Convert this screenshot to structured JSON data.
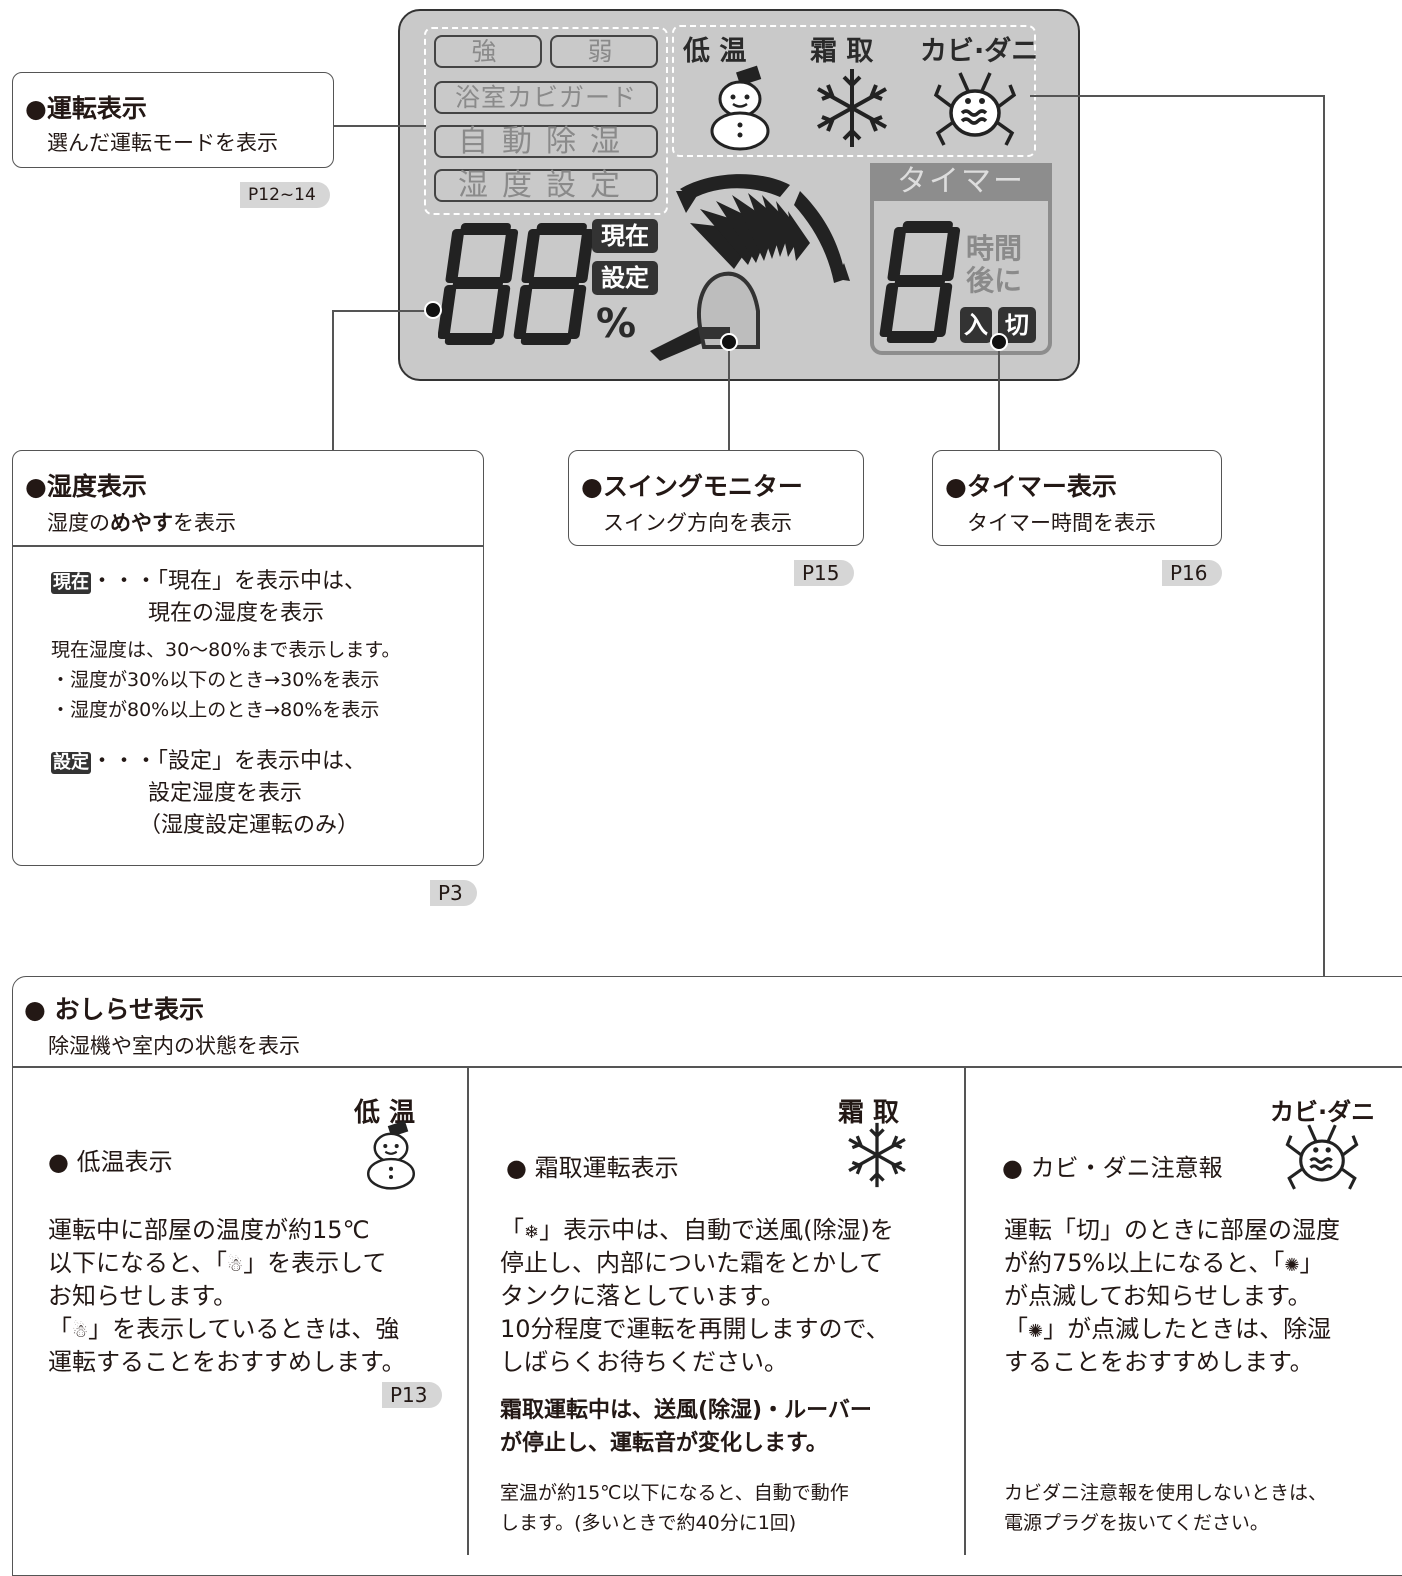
{
  "lcd": {
    "mode_strong": "強",
    "mode_weak": "弱",
    "mode_bath": "浴室カビガード",
    "mode_auto": "自動除湿",
    "mode_humid_set": "湿度設定",
    "low_temp": "低 温",
    "defrost": "霜 取",
    "mold_mite": "カビ·ダニ",
    "timer_header": "タイマー",
    "timer_hour": "時間",
    "timer_after": "後に",
    "timer_on": "入",
    "timer_off": "切",
    "current": "現在",
    "setting": "設定",
    "percent": "%"
  },
  "callouts": {
    "operation": {
      "title": "●運転表示",
      "desc": "選んだ運転モードを表示",
      "page": "P12~14"
    },
    "humidity": {
      "title": "●湿度表示",
      "desc_pre": "湿度の",
      "desc_bold": "めやす",
      "desc_post": "を表示",
      "current_badge": "現在",
      "current_line1": "・・・「現在」を表示中は、",
      "current_line2": "現在の湿度を表示",
      "range_note": "現在湿度は、30〜80%まで表示します。",
      "low_note": "・湿度が30%以下のとき→30%を表示",
      "high_note": "・湿度が80%以上のとき→80%を表示",
      "setting_badge": "設定",
      "setting_line1": "・・・「設定」を表示中は、",
      "setting_line2": "設定湿度を表示",
      "setting_line3": "（湿度設定運転のみ）",
      "page": "P3"
    },
    "swing": {
      "title": "●スイングモニター",
      "desc": "スイング方向を表示",
      "page": "P15"
    },
    "timer": {
      "title": "●タイマー表示",
      "desc": "タイマー時間を表示",
      "page": "P16"
    }
  },
  "notice": {
    "title": "● おしらせ表示",
    "desc": "除湿機や室内の状態を表示",
    "low_temp": {
      "title": "● 低温表示",
      "icon_label": "低 温",
      "line1": "運転中に部屋の温度が約15℃",
      "line2": "以下になると、「",
      "line2b": "」を表示して",
      "line3": "お知らせします。",
      "line4a": "「",
      "line4b": "」を表示しているときは、強",
      "line5": "運転することをおすすめします。",
      "page": "P13"
    },
    "defrost": {
      "title": "● 霜取運転表示",
      "icon_label": "霜 取",
      "line1a": "「",
      "line1b": "」表示中は、自動で送風(除湿)を",
      "line2": "停止し、内部についた霜をとかして",
      "line3": "タンクに落としています。",
      "line4": "10分程度で運転を再開しますので、",
      "line5": "しばらくお待ちください。",
      "bold1": "霜取運転中は、送風(除湿)・ルーバー",
      "bold2": "が停止し、運転音が変化します。",
      "small1": "室温が約15℃以下になると、自動で動作",
      "small2": "します。(多いときで約40分に1回)"
    },
    "mold": {
      "title": "● カビ・ダニ注意報",
      "icon_label": "カビ·ダニ",
      "line1": "運転「切」のときに部屋の湿度",
      "line2a": "が約75%以上になると、「",
      "line2b": "」",
      "line3": "が点滅してお知らせします。",
      "line4a": "「",
      "line4b": "」が点滅したときは、除湿",
      "line5": "することをおすすめします。",
      "small1": "カビダニ注意報を使用しないときは、",
      "small2": "電源プラグを抜いてください。"
    }
  }
}
